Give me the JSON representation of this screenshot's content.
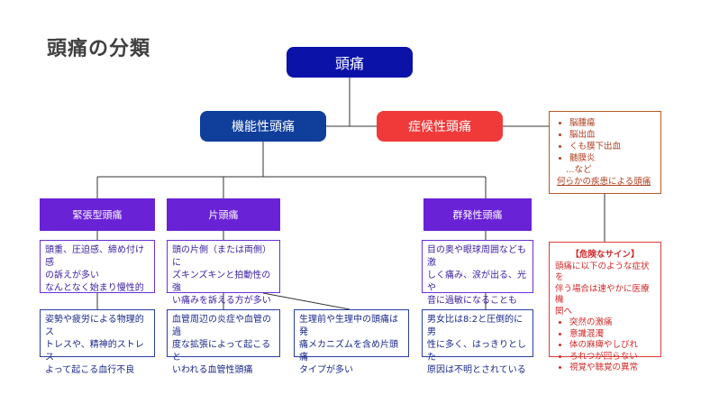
{
  "page_title": "頭痛の分類",
  "root": "頭痛",
  "categories": {
    "functional": "機能性頭痛",
    "symptomatic": "症候性頭痛"
  },
  "types": {
    "tension": "緊張型頭痛",
    "migraine": "片頭痛",
    "cluster": "群発性頭痛"
  },
  "symptoms": {
    "tension": [
      "頭重、圧迫感、締め付け感",
      "の訴えが多い",
      "なんとなく始まり慢性的"
    ],
    "migraine": [
      "頭の片側（または両側）に",
      "ズキンズキンと拍動性の強",
      "い痛みを訴える方が多い"
    ],
    "cluster": [
      "目の奥や眼球周囲なども激",
      "しく痛み、涙が出る、光や",
      "音に過敏になることも"
    ]
  },
  "causes": {
    "tension": [
      "姿勢や疲労による物理的ス",
      "トレスや、精神的ストレス",
      "よって起こる血行不良"
    ],
    "migraine_vascular": [
      "血管周辺の炎症や血管の過",
      "度な拡張によって起こると",
      "いわれる血管性頭痛"
    ],
    "migraine_hormonal": [
      "生理前や生理中の頭痛は発",
      "痛メカニズムを含め片頭痛",
      "タイプが多い"
    ],
    "cluster": [
      "男女比は8:2と圧倒的に男",
      "性に多く、はっきりとした",
      "原因は不明とされている"
    ]
  },
  "secondary": {
    "items": [
      "脳腫瘍",
      "脳出血",
      "くも膜下出血",
      "髄膜炎"
    ],
    "etc": "…など",
    "summary": "何らかの疾患による頭痛"
  },
  "danger": {
    "title": "【危険なサイン】",
    "intro": [
      "頭痛に以下のような症状を",
      "伴う場合は速やかに医療機",
      "関へ"
    ],
    "signs": [
      "突然の激痛",
      "意識混濁",
      "体の麻痺やしびれ",
      "ろれつが回らない",
      "視覚や聴覚の異常"
    ]
  },
  "colors": {
    "root": "#0b12a8",
    "functional": "#0f3f9a",
    "symptomatic": "#f03a3a",
    "type": "#6a22d6",
    "secondary_border": "#b65a2a",
    "danger_border": "#e03a3a"
  }
}
